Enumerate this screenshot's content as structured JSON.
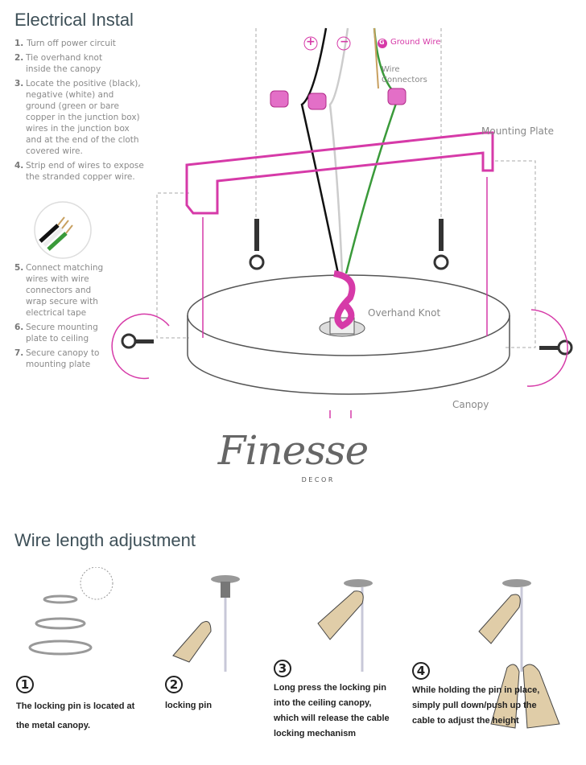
{
  "electrical": {
    "title": "Electrical Instal",
    "steps": [
      {
        "n": "1.",
        "text": "Turn off power circuit"
      },
      {
        "n": "2.",
        "text": "Tie overhand knot inside the canopy"
      },
      {
        "n": "3.",
        "text": "Locate the positive (black), negative (white) and ground (green or bare copper in the junction box) wires in the junction box and at the end of the cloth covered wire."
      },
      {
        "n": "4.",
        "text": "Strip end of wires to expose the stranded copper wire."
      },
      {
        "n": "5.",
        "text": "Connect matching wires with wire connectors and wrap secure with electrical tape"
      },
      {
        "n": "6.",
        "text": "Secure mounting plate to ceiling"
      },
      {
        "n": "7.",
        "text": "Secure canopy to mounting plate"
      }
    ],
    "labels": {
      "plus": "+",
      "minus": "−",
      "ground_badge": "G",
      "ground": "Ground Wire",
      "connectors": "Wire Connectors",
      "mounting_plate": "Mounting Plate",
      "overhand_knot": "Overhand Knot",
      "canopy": "Canopy"
    },
    "colors": {
      "accent": "#d63aa8",
      "ground": "#3a9a3a",
      "title": "#3e5058"
    }
  },
  "logo": {
    "name": "Finesse",
    "sub": "D E C O R"
  },
  "wire": {
    "title": "Wire length adjustment",
    "steps": [
      {
        "n": "1",
        "text": "The locking pin is located at the metal canopy."
      },
      {
        "n": "2",
        "text": "locking pin"
      },
      {
        "n": "3",
        "text": "Long press the locking pin into the ceiling canopy, which will release the cable locking mechanism"
      },
      {
        "n": "4",
        "text": "While holding the pin in place, simply pull down/push up the cable to adjust the height"
      }
    ]
  }
}
